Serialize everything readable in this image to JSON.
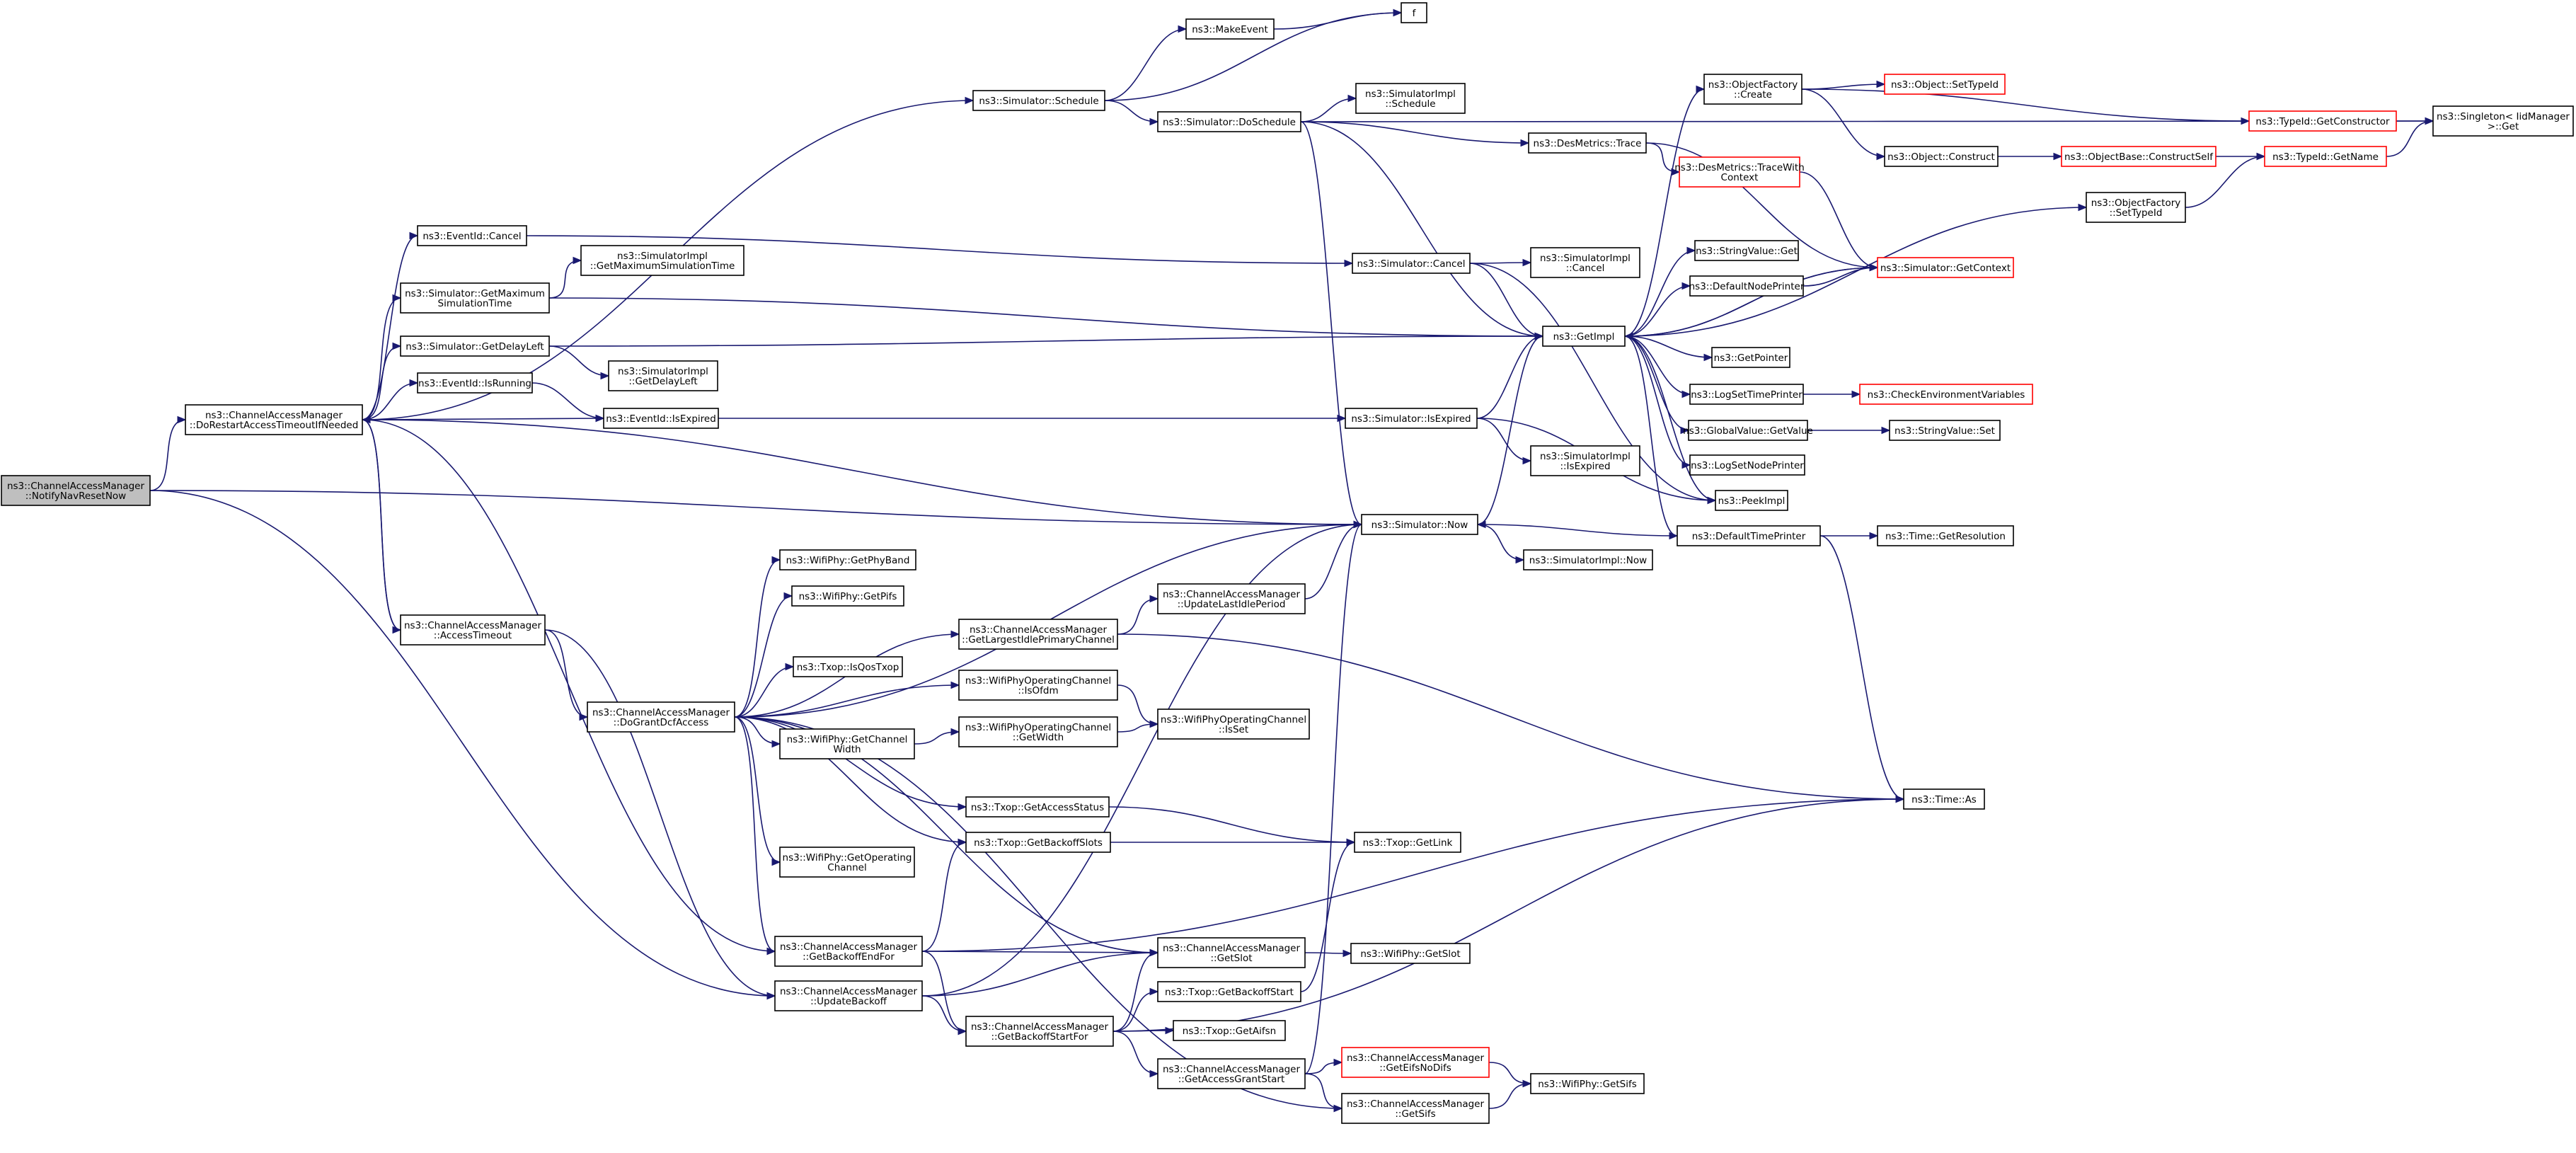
{
  "graph": {
    "root": "notify_nav_reset",
    "colors": {
      "edge": "#191970",
      "node_border": "#000000",
      "truncated_border": "#ff0000",
      "root_fill": "#bfbfbf"
    },
    "nodes": [
      {
        "id": "notify_nav_reset",
        "lines": [
          "ns3::ChannelAccessManager",
          "::NotifyNavResetNow"
        ],
        "root": true
      },
      {
        "id": "do_restart",
        "lines": [
          "ns3::ChannelAccessManager",
          "::DoRestartAccessTimeoutIfNeeded"
        ]
      },
      {
        "id": "access_timeout",
        "lines": [
          "ns3::ChannelAccessManager",
          "::AccessTimeout"
        ]
      },
      {
        "id": "do_grant",
        "lines": [
          "ns3::ChannelAccessManager",
          "::DoGrantDcfAccess"
        ]
      },
      {
        "id": "get_backoff_end",
        "lines": [
          "ns3::ChannelAccessManager",
          "::GetBackoffEndFor"
        ]
      },
      {
        "id": "update_backoff",
        "lines": [
          "ns3::ChannelAccessManager",
          "::UpdateBackoff"
        ]
      },
      {
        "id": "get_backoff_start_for",
        "lines": [
          "ns3::ChannelAccessManager",
          "::GetBackoffStartFor"
        ]
      },
      {
        "id": "get_access_grant_start",
        "lines": [
          "ns3::ChannelAccessManager",
          "::GetAccessGrantStart"
        ]
      },
      {
        "id": "get_eifs_nodifs",
        "lines": [
          "ns3::ChannelAccessManager",
          "::GetEifsNoDifs"
        ],
        "truncated": true
      },
      {
        "id": "cam_get_sifs",
        "lines": [
          "ns3::ChannelAccessManager",
          "::GetSifs"
        ]
      },
      {
        "id": "cam_get_slot",
        "lines": [
          "ns3::ChannelAccessManager",
          "::GetSlot"
        ]
      },
      {
        "id": "get_largest_idle",
        "lines": [
          "ns3::ChannelAccessManager",
          "::GetLargestIdlePrimaryChannel"
        ]
      },
      {
        "id": "update_last_idle",
        "lines": [
          "ns3::ChannelAccessManager",
          "::UpdateLastIdlePeriod"
        ]
      },
      {
        "id": "sim_schedule",
        "lines": [
          "ns3::Simulator::Schedule"
        ]
      },
      {
        "id": "make_event",
        "lines": [
          "ns3::MakeEvent"
        ]
      },
      {
        "id": "f",
        "lines": [
          "f"
        ]
      },
      {
        "id": "sim_do_schedule",
        "lines": [
          "ns3::Simulator::DoSchedule"
        ]
      },
      {
        "id": "simimpl_schedule",
        "lines": [
          "ns3::SimulatorImpl",
          "::Schedule"
        ]
      },
      {
        "id": "des_trace",
        "lines": [
          "ns3::DesMetrics::Trace"
        ]
      },
      {
        "id": "des_trace_ctx",
        "lines": [
          "ns3::DesMetrics::TraceWith",
          "Context"
        ],
        "truncated": true
      },
      {
        "id": "obj_factory_create",
        "lines": [
          "ns3::ObjectFactory",
          "::Create"
        ]
      },
      {
        "id": "obj_set_typeid",
        "lines": [
          "ns3::Object::SetTypeId"
        ],
        "truncated": true
      },
      {
        "id": "obj_construct",
        "lines": [
          "ns3::Object::Construct"
        ]
      },
      {
        "id": "objbase_construct_self",
        "lines": [
          "ns3::ObjectBase::ConstructSelf"
        ],
        "truncated": true
      },
      {
        "id": "typeid_get_constructor",
        "lines": [
          "ns3::TypeId::GetConstructor"
        ],
        "truncated": true
      },
      {
        "id": "typeid_get_name",
        "lines": [
          "ns3::TypeId::GetName"
        ],
        "truncated": true
      },
      {
        "id": "singleton_get",
        "lines": [
          "ns3::Singleton< IidManager",
          " >::Get"
        ]
      },
      {
        "id": "obj_factory_set_typeid",
        "lines": [
          "ns3::ObjectFactory",
          "::SetTypeId"
        ]
      },
      {
        "id": "eventid_cancel",
        "lines": [
          "ns3::EventId::Cancel"
        ]
      },
      {
        "id": "sim_cancel",
        "lines": [
          "ns3::Simulator::Cancel"
        ]
      },
      {
        "id": "simimpl_cancel",
        "lines": [
          "ns3::SimulatorImpl",
          "::Cancel"
        ]
      },
      {
        "id": "sim_get_max",
        "lines": [
          "ns3::Simulator::GetMaximum",
          "SimulationTime"
        ]
      },
      {
        "id": "simimpl_get_max",
        "lines": [
          "ns3::SimulatorImpl",
          "::GetMaximumSimulationTime"
        ]
      },
      {
        "id": "sim_get_delay_left",
        "lines": [
          "ns3::Simulator::GetDelayLeft"
        ]
      },
      {
        "id": "simimpl_get_delay_left",
        "lines": [
          "ns3::SimulatorImpl",
          "::GetDelayLeft"
        ]
      },
      {
        "id": "eventid_is_running",
        "lines": [
          "ns3::EventId::IsRunning"
        ]
      },
      {
        "id": "eventid_is_expired",
        "lines": [
          "ns3::EventId::IsExpired"
        ]
      },
      {
        "id": "sim_is_expired",
        "lines": [
          "ns3::Simulator::IsExpired"
        ]
      },
      {
        "id": "simimpl_is_expired",
        "lines": [
          "ns3::SimulatorImpl",
          "::IsExpired"
        ]
      },
      {
        "id": "get_impl",
        "lines": [
          "ns3::GetImpl"
        ]
      },
      {
        "id": "string_value_get",
        "lines": [
          "ns3::StringValue::Get"
        ]
      },
      {
        "id": "default_node_printer",
        "lines": [
          "ns3::DefaultNodePrinter"
        ]
      },
      {
        "id": "sim_get_context",
        "lines": [
          "ns3::Simulator::GetContext"
        ],
        "truncated": true
      },
      {
        "id": "get_pointer",
        "lines": [
          "ns3::GetPointer"
        ]
      },
      {
        "id": "log_set_time_printer",
        "lines": [
          "ns3::LogSetTimePrinter"
        ]
      },
      {
        "id": "check_env_vars",
        "lines": [
          "ns3::CheckEnvironmentVariables"
        ],
        "truncated": true
      },
      {
        "id": "global_value_get",
        "lines": [
          "ns3::GlobalValue::GetValue"
        ]
      },
      {
        "id": "string_value_set",
        "lines": [
          "ns3::StringValue::Set"
        ]
      },
      {
        "id": "log_set_node_printer",
        "lines": [
          "ns3::LogSetNodePrinter"
        ]
      },
      {
        "id": "peek_impl",
        "lines": [
          "ns3::PeekImpl"
        ]
      },
      {
        "id": "default_time_printer",
        "lines": [
          "ns3::DefaultTimePrinter"
        ]
      },
      {
        "id": "time_get_resolution",
        "lines": [
          "ns3::Time::GetResolution"
        ]
      },
      {
        "id": "sim_now",
        "lines": [
          "ns3::Simulator::Now"
        ]
      },
      {
        "id": "simimpl_now",
        "lines": [
          "ns3::SimulatorImpl::Now"
        ]
      },
      {
        "id": "time_as",
        "lines": [
          "ns3::Time::As"
        ]
      },
      {
        "id": "wifiphy_get_phy_band",
        "lines": [
          "ns3::WifiPhy::GetPhyBand"
        ]
      },
      {
        "id": "wifiphy_get_pifs",
        "lines": [
          "ns3::WifiPhy::GetPifs"
        ]
      },
      {
        "id": "txop_is_qos",
        "lines": [
          "ns3::Txop::IsQosTxop"
        ]
      },
      {
        "id": "wpoc_is_ofdm",
        "lines": [
          "ns3::WifiPhyOperatingChannel",
          "::IsOfdm"
        ]
      },
      {
        "id": "wpoc_is_set",
        "lines": [
          "ns3::WifiPhyOperatingChannel",
          "::IsSet"
        ]
      },
      {
        "id": "wpoc_get_width",
        "lines": [
          "ns3::WifiPhyOperatingChannel",
          "::GetWidth"
        ]
      },
      {
        "id": "wifiphy_get_channel_width",
        "lines": [
          "ns3::WifiPhy::GetChannel",
          "Width"
        ]
      },
      {
        "id": "txop_get_access_status",
        "lines": [
          "ns3::Txop::GetAccessStatus"
        ]
      },
      {
        "id": "txop_get_backoff_slots",
        "lines": [
          "ns3::Txop::GetBackoffSlots"
        ]
      },
      {
        "id": "txop_get_link",
        "lines": [
          "ns3::Txop::GetLink"
        ]
      },
      {
        "id": "wifiphy_get_operating",
        "lines": [
          "ns3::WifiPhy::GetOperating",
          "Channel"
        ]
      },
      {
        "id": "wifiphy_get_slot",
        "lines": [
          "ns3::WifiPhy::GetSlot"
        ]
      },
      {
        "id": "txop_get_backoff_start",
        "lines": [
          "ns3::Txop::GetBackoffStart"
        ]
      },
      {
        "id": "txop_get_aifsn",
        "lines": [
          "ns3::Txop::GetAifsn"
        ]
      },
      {
        "id": "wifiphy_get_sifs",
        "lines": [
          "ns3::WifiPhy::GetSifs"
        ]
      }
    ],
    "edges": [
      [
        "notify_nav_reset",
        "do_restart"
      ],
      [
        "notify_nav_reset",
        "sim_now"
      ],
      [
        "notify_nav_reset",
        "update_backoff"
      ],
      [
        "do_restart",
        "sim_schedule"
      ],
      [
        "do_restart",
        "eventid_cancel"
      ],
      [
        "do_restart",
        "sim_get_max"
      ],
      [
        "do_restart",
        "sim_get_delay_left"
      ],
      [
        "do_restart",
        "eventid_is_running"
      ],
      [
        "do_restart",
        "eventid_is_expired"
      ],
      [
        "do_restart",
        "sim_now"
      ],
      [
        "do_restart",
        "access_timeout"
      ],
      [
        "do_restart",
        "get_backoff_end"
      ],
      [
        "access_timeout",
        "do_restart"
      ],
      [
        "access_timeout",
        "do_grant"
      ],
      [
        "access_timeout",
        "update_backoff"
      ],
      [
        "sim_schedule",
        "make_event"
      ],
      [
        "sim_schedule",
        "f"
      ],
      [
        "sim_schedule",
        "sim_do_schedule"
      ],
      [
        "make_event",
        "f"
      ],
      [
        "sim_do_schedule",
        "simimpl_schedule"
      ],
      [
        "sim_do_schedule",
        "des_trace"
      ],
      [
        "sim_do_schedule",
        "get_impl"
      ],
      [
        "sim_do_schedule",
        "sim_now"
      ],
      [
        "sim_do_schedule",
        "singleton_get"
      ],
      [
        "des_trace",
        "des_trace_ctx"
      ],
      [
        "des_trace",
        "sim_get_context"
      ],
      [
        "des_trace_ctx",
        "sim_get_context"
      ],
      [
        "obj_factory_create",
        "obj_set_typeid"
      ],
      [
        "obj_factory_create",
        "obj_construct"
      ],
      [
        "obj_factory_create",
        "typeid_get_constructor"
      ],
      [
        "obj_construct",
        "objbase_construct_self"
      ],
      [
        "objbase_construct_self",
        "typeid_get_name"
      ],
      [
        "typeid_get_constructor",
        "singleton_get"
      ],
      [
        "typeid_get_name",
        "singleton_get"
      ],
      [
        "obj_factory_set_typeid",
        "typeid_get_name"
      ],
      [
        "eventid_cancel",
        "sim_cancel"
      ],
      [
        "sim_cancel",
        "simimpl_cancel"
      ],
      [
        "sim_cancel",
        "get_impl"
      ],
      [
        "sim_cancel",
        "peek_impl"
      ],
      [
        "sim_get_max",
        "simimpl_get_max"
      ],
      [
        "sim_get_max",
        "get_impl"
      ],
      [
        "sim_get_delay_left",
        "simimpl_get_delay_left"
      ],
      [
        "sim_get_delay_left",
        "get_impl"
      ],
      [
        "eventid_is_running",
        "eventid_is_expired"
      ],
      [
        "eventid_is_expired",
        "sim_is_expired"
      ],
      [
        "sim_is_expired",
        "simimpl_is_expired"
      ],
      [
        "sim_is_expired",
        "get_impl"
      ],
      [
        "sim_is_expired",
        "peek_impl"
      ],
      [
        "get_impl",
        "obj_factory_create"
      ],
      [
        "get_impl",
        "obj_factory_set_typeid"
      ],
      [
        "get_impl",
        "string_value_get"
      ],
      [
        "get_impl",
        "default_node_printer"
      ],
      [
        "get_impl",
        "get_pointer"
      ],
      [
        "get_impl",
        "log_set_time_printer"
      ],
      [
        "get_impl",
        "global_value_get"
      ],
      [
        "get_impl",
        "log_set_node_printer"
      ],
      [
        "get_impl",
        "peek_impl"
      ],
      [
        "get_impl",
        "default_time_printer"
      ],
      [
        "get_impl",
        "sim_get_context"
      ],
      [
        "default_node_printer",
        "sim_get_context"
      ],
      [
        "sim_get_context",
        "get_impl"
      ],
      [
        "log_set_time_printer",
        "check_env_vars"
      ],
      [
        "global_value_get",
        "string_value_set"
      ],
      [
        "default_time_printer",
        "sim_now"
      ],
      [
        "default_time_printer",
        "time_get_resolution"
      ],
      [
        "default_time_printer",
        "time_as"
      ],
      [
        "sim_now",
        "get_impl"
      ],
      [
        "sim_now",
        "simimpl_now"
      ],
      [
        "do_grant",
        "sim_now"
      ],
      [
        "do_grant",
        "wifiphy_get_phy_band"
      ],
      [
        "do_grant",
        "wifiphy_get_pifs"
      ],
      [
        "do_grant",
        "get_largest_idle"
      ],
      [
        "do_grant",
        "txop_is_qos"
      ],
      [
        "do_grant",
        "wpoc_is_ofdm"
      ],
      [
        "do_grant",
        "wifiphy_get_channel_width"
      ],
      [
        "do_grant",
        "txop_get_access_status"
      ],
      [
        "do_grant",
        "txop_get_backoff_slots"
      ],
      [
        "do_grant",
        "wifiphy_get_operating"
      ],
      [
        "do_grant",
        "get_backoff_end"
      ],
      [
        "do_grant",
        "cam_get_slot"
      ],
      [
        "do_grant",
        "cam_get_sifs"
      ],
      [
        "get_largest_idle",
        "update_last_idle"
      ],
      [
        "get_largest_idle",
        "time_as"
      ],
      [
        "update_last_idle",
        "sim_now"
      ],
      [
        "wpoc_is_ofdm",
        "wpoc_is_set"
      ],
      [
        "wifiphy_get_channel_width",
        "wpoc_get_width"
      ],
      [
        "wpoc_get_width",
        "wpoc_is_set"
      ],
      [
        "txop_get_access_status",
        "txop_get_link"
      ],
      [
        "txop_get_backoff_slots",
        "txop_get_link"
      ],
      [
        "get_backoff_end",
        "txop_get_backoff_slots"
      ],
      [
        "get_backoff_end",
        "cam_get_slot"
      ],
      [
        "get_backoff_end",
        "get_backoff_start_for"
      ],
      [
        "get_backoff_end",
        "time_as"
      ],
      [
        "update_backoff",
        "sim_now"
      ],
      [
        "update_backoff",
        "cam_get_slot"
      ],
      [
        "update_backoff",
        "get_backoff_start_for"
      ],
      [
        "get_backoff_start_for",
        "cam_get_slot"
      ],
      [
        "get_backoff_start_for",
        "txop_get_backoff_start"
      ],
      [
        "get_backoff_start_for",
        "txop_get_aifsn"
      ],
      [
        "get_backoff_start_for",
        "get_access_grant_start"
      ],
      [
        "get_backoff_start_for",
        "time_as"
      ],
      [
        "txop_get_backoff_start",
        "txop_get_link"
      ],
      [
        "get_access_grant_start",
        "sim_now"
      ],
      [
        "get_access_grant_start",
        "get_eifs_nodifs"
      ],
      [
        "get_access_grant_start",
        "cam_get_sifs"
      ],
      [
        "get_eifs_nodifs",
        "wifiphy_get_sifs"
      ],
      [
        "cam_get_sifs",
        "wifiphy_get_sifs"
      ],
      [
        "cam_get_slot",
        "wifiphy_get_slot"
      ]
    ]
  }
}
